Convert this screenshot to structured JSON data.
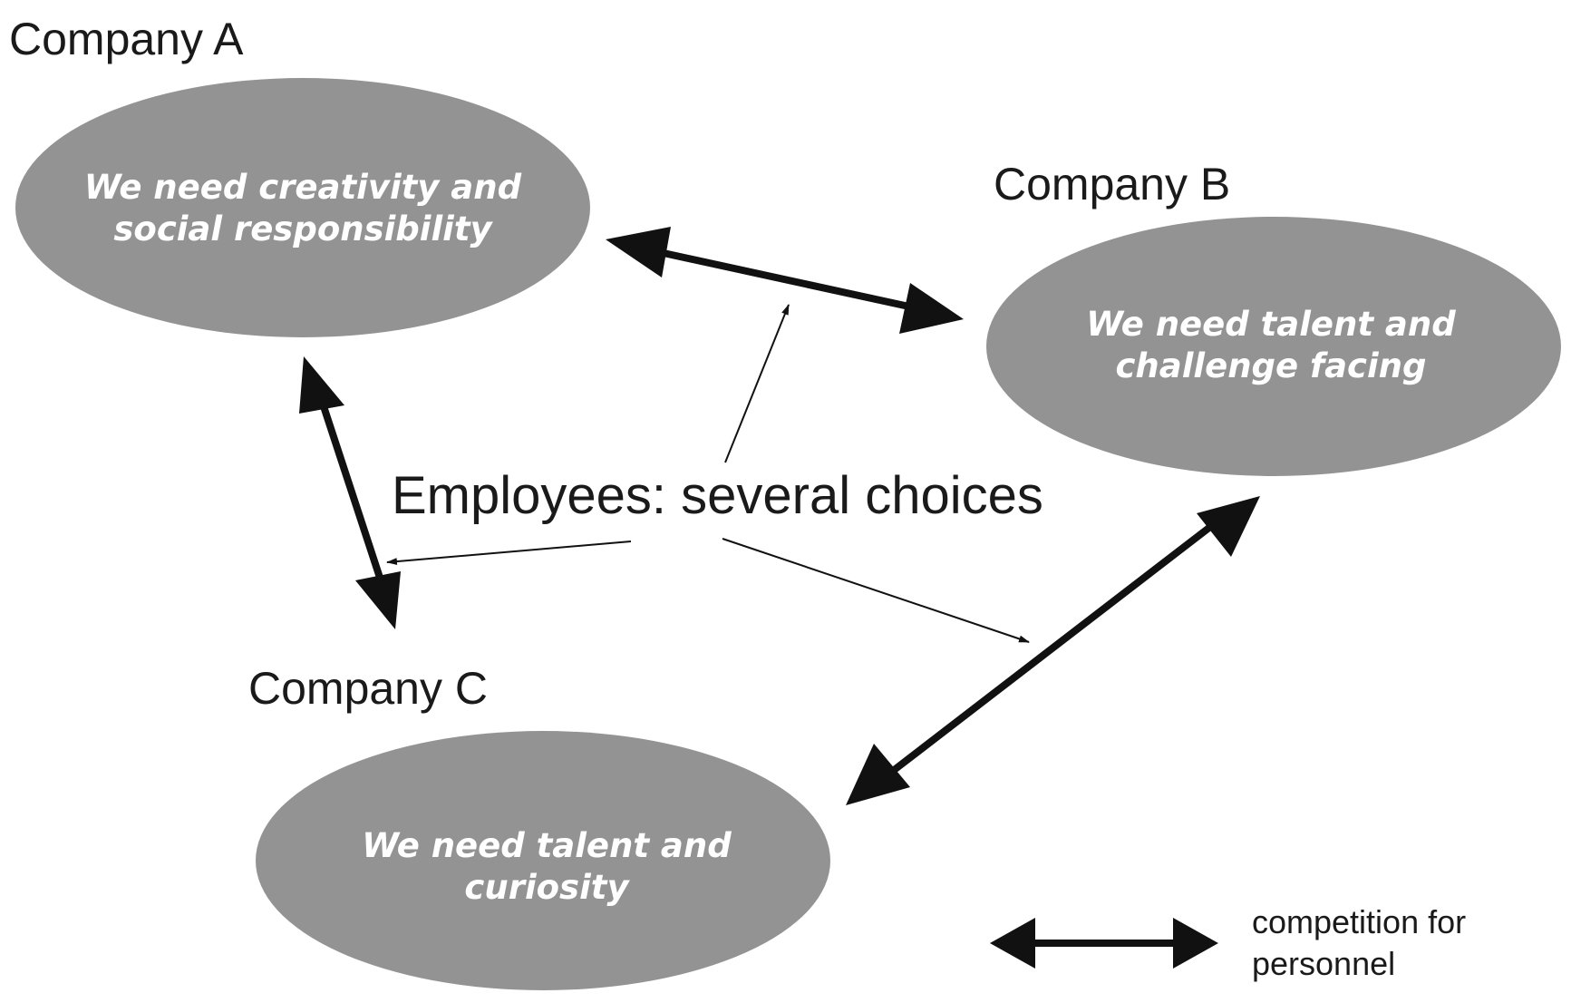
{
  "companies": {
    "a": {
      "name": "Company A",
      "need_line1": "We need creativity and",
      "need_line2": "social responsibility"
    },
    "b": {
      "name": "Company B",
      "need_line1": "We need talent and",
      "need_line2": "challenge facing"
    },
    "c": {
      "name": "Company C",
      "need_line1": "We need talent and",
      "need_line2": "curiosity"
    }
  },
  "center_label": "Employees: several choices",
  "legend": {
    "line1": "competition for",
    "line2": "personnel"
  },
  "colors": {
    "ellipse_fill": "#939393",
    "ellipse_text": "#ffffff",
    "arrow": "#111111",
    "text": "#1a1a1a"
  }
}
